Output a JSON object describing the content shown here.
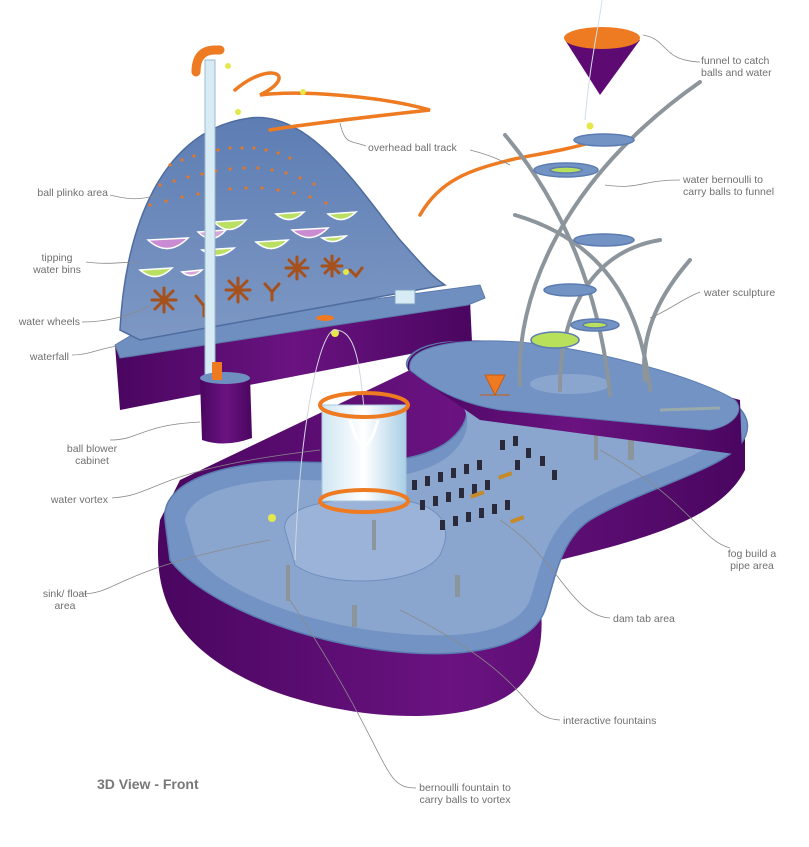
{
  "caption": "3D View - Front",
  "labels": {
    "funnel": "funnel to catch\nballs and water",
    "overhead_track": "overhead ball track",
    "water_bernoulli": "water bernoulli to\ncarry balls to funnel",
    "plinko": "ball plinko area",
    "tipping_bins": "tipping\nwater bins",
    "water_sculpture": "water sculpture",
    "water_wheels": "water wheels",
    "waterfall": "waterfall",
    "blower_cabinet": "ball blower\ncabinet",
    "water_vortex": "water vortex",
    "fog_pipe": "fog build a\npipe area",
    "sink_float": "sink/ float\narea",
    "dam_tab": "dam tab area",
    "interactive_fountains": "interactive fountains",
    "bernoulli_vortex": "bernoulli fountain to\ncarry balls to vortex"
  },
  "colors": {
    "tray_top": "#6e8fbf",
    "tray_inner": "#8aa6cf",
    "base_purple": "#5e0a73",
    "base_purple_dark": "#43055a",
    "orange": "#ef7a22",
    "lime": "#b8e05a",
    "pink": "#d98fd6",
    "wheel": "#b0521f",
    "metal": "#8d959c",
    "leader": "#8a8a8a"
  }
}
